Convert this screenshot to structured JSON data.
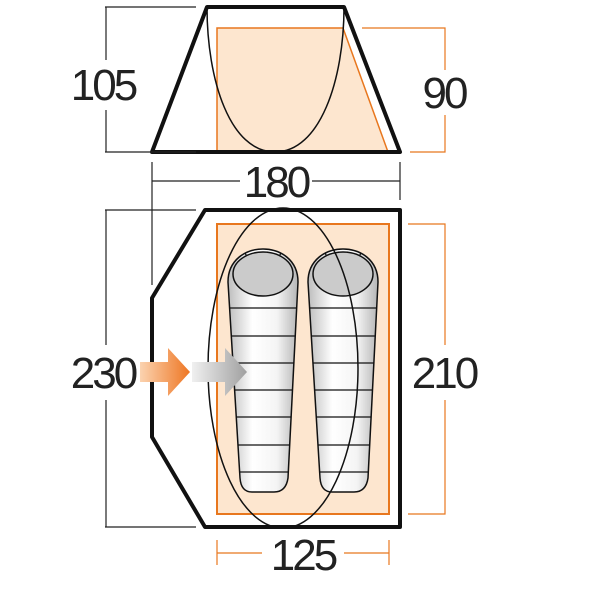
{
  "side_view": {
    "total_height_label": "105",
    "inner_height_label": "90",
    "width_label": "180"
  },
  "floor_plan": {
    "total_length_label": "230",
    "inner_length_label": "210",
    "inner_width_label": "125",
    "sleeping_bags": 2,
    "entry_arrows": [
      "orange-arrow-icon",
      "gray-arrow-icon"
    ]
  },
  "colors": {
    "outline": "#111111",
    "inner_tent_fill": "#fde6cf",
    "inner_tent_stroke": "#e8771e",
    "arrow_orange": "#ee7623",
    "arrow_gray": "#a5a5a5"
  }
}
